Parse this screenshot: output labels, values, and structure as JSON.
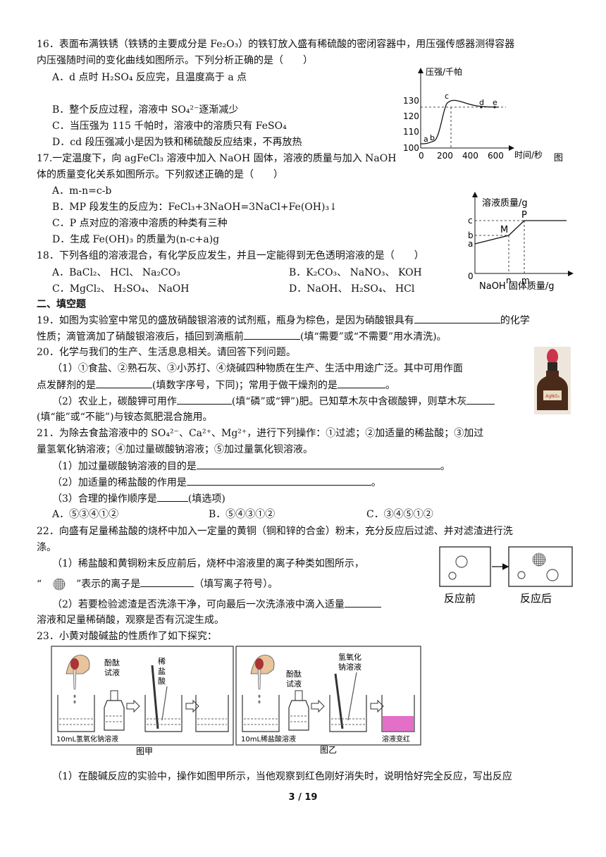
{
  "q16": {
    "stem1": "16．表面布满铁锈（铁锈的主要成分是 Fe₂O₃）的铁钉放入盛有稀硫酸的密闭容器中，用压强传感器测得容器",
    "stem2": "内压强随时间的变化曲线如图所示。下列分析正确的是（　　）",
    "A": "A．d 点时 H₂SO₄ 反应完，且温度高于 a 点",
    "B": "B．整个反应过程，溶液中 SO₄²⁻逐渐减少",
    "C": "C．当压强为 115 千帕时，溶液中的溶质只有 FeSO₄",
    "D": "D．cd 段压强减小是因为铁和稀硫酸反应结束，不再放热",
    "chart": {
      "ylabel": "压强/千帕",
      "xlabel": "时间/秒",
      "yticks": [
        "100",
        "110",
        "120",
        "130"
      ],
      "xticks": [
        "0",
        "200",
        "400",
        "600"
      ],
      "points": [
        "a",
        "b",
        "c",
        "d",
        "e"
      ],
      "trailing": "图"
    }
  },
  "q17": {
    "stem1": "17.一定温度下，向 agFeCl₃ 溶液中加入 NaOH 固体，溶液的质量与加入 NaOH",
    "stem2": "体的质量变化关系如图所示。下列叙述正确的是（　　）",
    "A": "A．m-n=c-b",
    "B": "B．MP 段发生的反应为：FeCl₃+3NaOH=3NaCl+Fe(OH)₃↓",
    "C": "C．P 点对应的溶液中溶质的种类有三种",
    "D": "D．生成 Fe(OH)₃ 的质量为(n-c+a)g",
    "chart": {
      "ylabel": "溶液质量/g",
      "xlabel": "NaOH 固体质量/g",
      "yticks": [
        "c",
        "b",
        "a"
      ],
      "xticks": [
        "n",
        "m"
      ],
      "origin": "0",
      "M": "M",
      "P": "P"
    }
  },
  "q18": {
    "stem": "18．下列各组的溶液混合，有化学反应发生，并且一定能得到无色透明溶液的是（　　）",
    "A": "A．BaCl₂、 HCl、 Na₂CO₃",
    "B": "B．K₂CO₃、 NaNO₃、 KOH",
    "C": "C．MgCl₂、 H₂SO₄、 NaOH",
    "D": "D．NaOH、 H₂SO₄、 HCl"
  },
  "section2": "二、填空题",
  "q19": {
    "l1a": "19．如图为实验室中常见的盛放硝酸银溶液的试剂瓶，瓶身为棕色，是因为硝酸银具有",
    "l1b": "的化学",
    "l2a": "性质；滴管滴加了硝酸银溶液后，插回到滴瓶前",
    "l2b": "(填“需要”或“不需要”用水清洗)。"
  },
  "q20": {
    "stem": "20．化学与我们的生产、生活息息相关。请回答下列问题。",
    "p1a": "（1）①食盐、②熟石灰、③小苏打、④烧碱四种物质在生产、生活中用途广泛。其中可用作面",
    "p1b": "点发酵剂的是",
    "p1c": "(填数字序号，下同)；常用于做干燥剂的是",
    "p1d": "。",
    "p2a": "（2）农业上，碳酸钾可用作",
    "p2b": "(填“磷”或“钾”)肥。已知草木灰中含碳酸钾，则草木灰",
    "p2c": "(填“能”或“不能”)与铵态氮肥混合施用。",
    "bottle_label": "AgNO₃"
  },
  "q21": {
    "l1": "21．为除去食盐溶液中的 SO₄²⁻、Ca²⁺、Mg²⁺，进行下列操作：①过滤；②加适量的稀盐酸；③加过",
    "l2": "量氢氧化钠溶液；④加过量碳酸钠溶液；⑤加过量氯化钡溶液。",
    "s1": "（1）加过量碳酸钠溶液的目的是",
    "s2": "（2）加适量的稀盐酸的作用是",
    "s3a": "（3）合理的操作顺序是",
    "s3b": "(填选项)",
    "end": "。",
    "A": "A．⑤③④①②",
    "B": "B．⑤④③①②",
    "C": "C．③④⑤①②"
  },
  "q22": {
    "l1": "22．向盛有足量稀盐酸的烧杯中加入一定量的黄铜（铜和锌的合金）粉末，充分反应后过滤、并对滤渣进行洗",
    "l2": "涤。",
    "s1": "（1）稀盐酸和黄铜粉末反应前后，烧杯中溶液里的离子种类如图所示，",
    "s2a": "“",
    "s2b": "”表示的离子是",
    "s2c": "（填写离子符号）。",
    "s3a": "（2）若要检验滤渣是否洗涤干净，可向最后一次洗涤液中滴入适量",
    "s3b": "溶液和足量稀硝酸，观察是否有沉淀生成。",
    "before": "反应前",
    "after": "反应后"
  },
  "q23": {
    "stem": "23．小黄对酸碱盐的性质作了如下探究：",
    "figA": {
      "reagent1": [
        "酚酞",
        "试液"
      ],
      "reagent2": [
        "稀",
        "盐",
        "酸"
      ],
      "beaker": "10mL氢氧化钠溶液",
      "caption": "图甲"
    },
    "figB": {
      "reagent1": [
        "酚酞",
        "试液"
      ],
      "reagent2": [
        "氢氧化",
        "钠溶液"
      ],
      "beaker": "10mL稀盐酸溶液",
      "result": "溶液变红",
      "caption": "图乙"
    },
    "s1": "（1）在酸碱反应的实验中，操作如图甲所示，当他观察到红色刚好消失时，说明恰好完全反应，写出反应"
  },
  "footer": "3 / 19"
}
